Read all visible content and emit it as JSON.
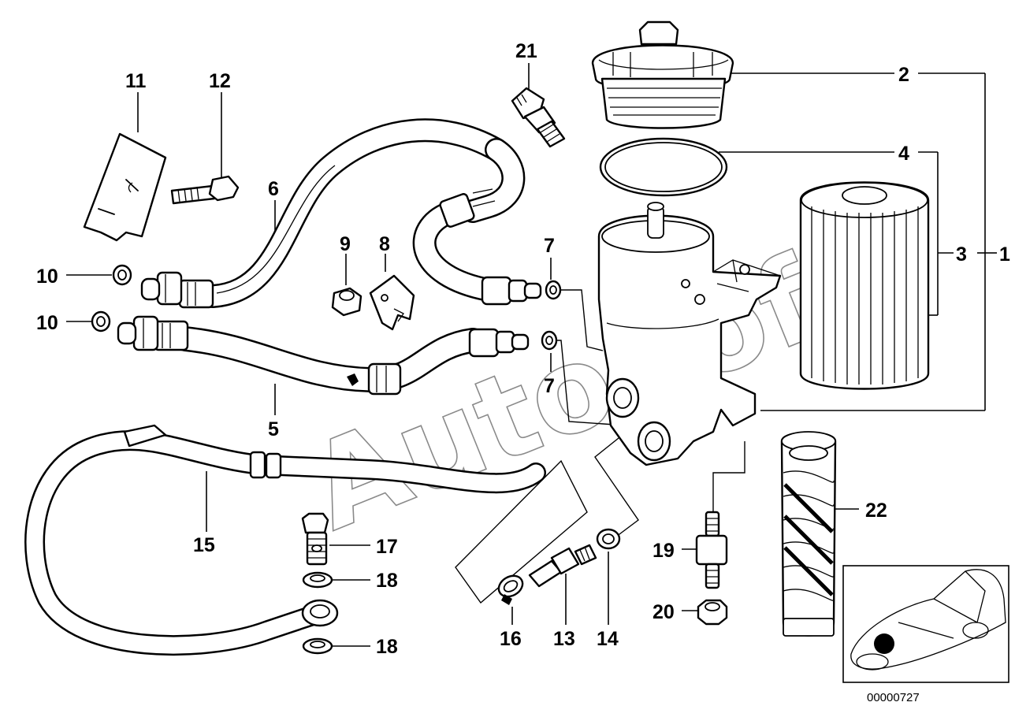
{
  "diagram": {
    "reference_number": "00000727",
    "watermark": "AutoSoft",
    "parts": [
      {
        "key": "p1",
        "label": "1"
      },
      {
        "key": "p2",
        "label": "2"
      },
      {
        "key": "p3",
        "label": "3"
      },
      {
        "key": "p4",
        "label": "4"
      },
      {
        "key": "p5",
        "label": "5"
      },
      {
        "key": "p6",
        "label": "6"
      },
      {
        "key": "p7a",
        "label": "7"
      },
      {
        "key": "p7b",
        "label": "7"
      },
      {
        "key": "p8",
        "label": "8"
      },
      {
        "key": "p9",
        "label": "9"
      },
      {
        "key": "p10a",
        "label": "10"
      },
      {
        "key": "p10b",
        "label": "10"
      },
      {
        "key": "p11",
        "label": "11"
      },
      {
        "key": "p12",
        "label": "12"
      },
      {
        "key": "p13",
        "label": "13"
      },
      {
        "key": "p14",
        "label": "14"
      },
      {
        "key": "p15",
        "label": "15"
      },
      {
        "key": "p16",
        "label": "16"
      },
      {
        "key": "p17",
        "label": "17"
      },
      {
        "key": "p18a",
        "label": "18"
      },
      {
        "key": "p18b",
        "label": "18"
      },
      {
        "key": "p19",
        "label": "19"
      },
      {
        "key": "p20",
        "label": "20"
      },
      {
        "key": "p21",
        "label": "21"
      },
      {
        "key": "p22",
        "label": "22"
      }
    ]
  }
}
